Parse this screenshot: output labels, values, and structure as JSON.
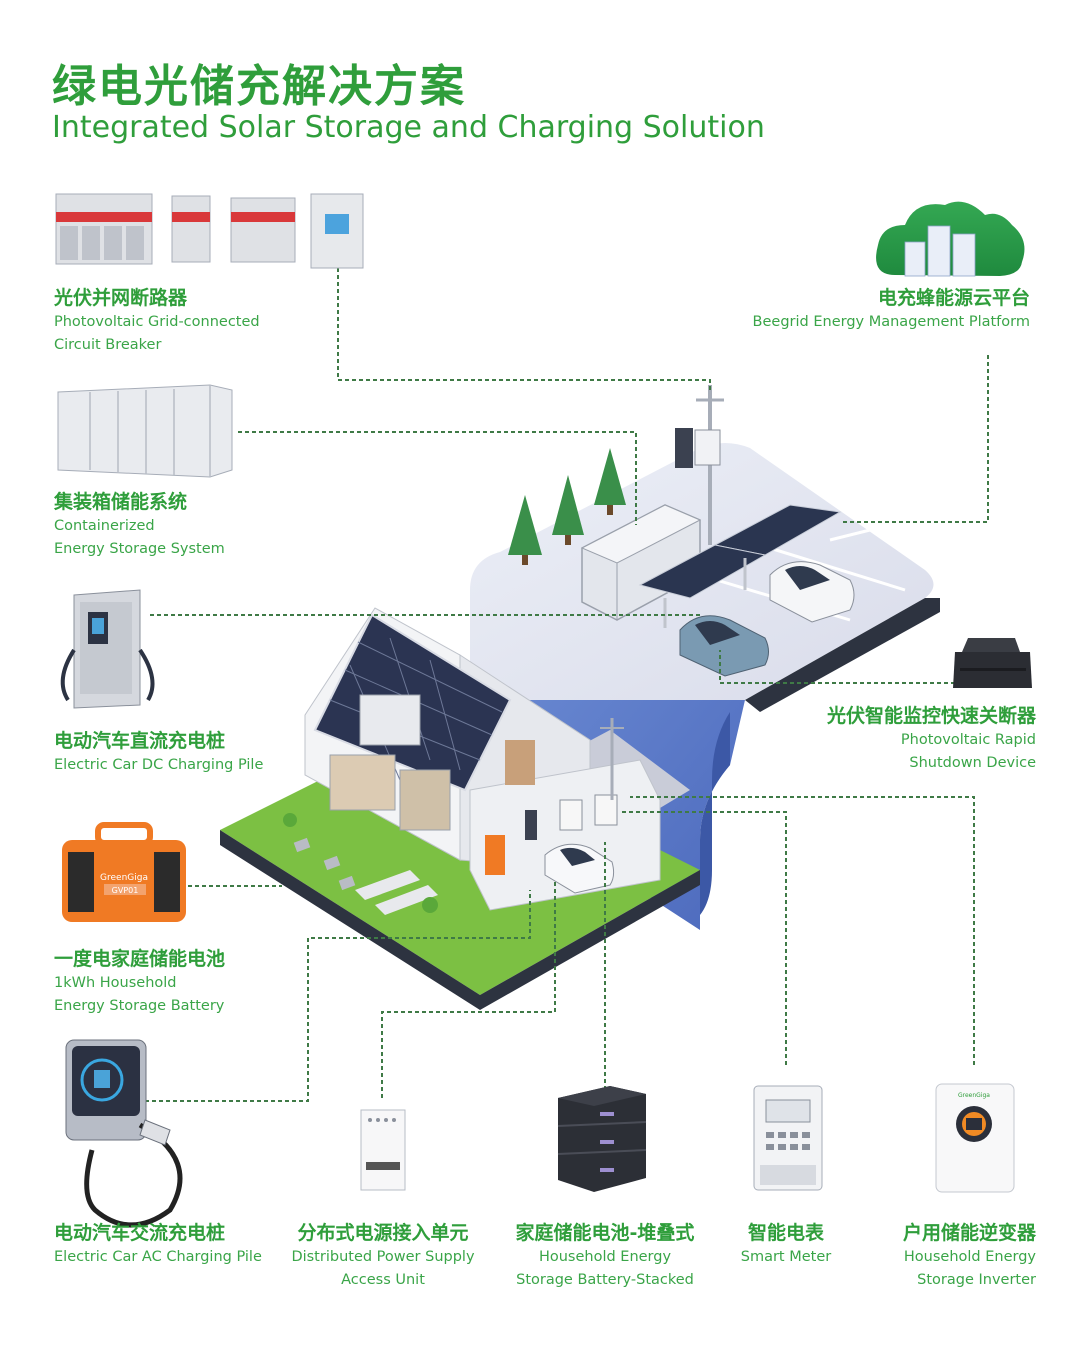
{
  "title": {
    "cn": "绿电光储充解决方案",
    "en": "Integrated Solar Storage and Charging Solution"
  },
  "components": {
    "breaker": {
      "cn": "光伏并网断路器",
      "en1": "Photovoltaic Grid-connected",
      "en2": "Circuit Breaker"
    },
    "container": {
      "cn": "集装箱储能系统",
      "en1": "Containerized",
      "en2": "Energy Storage System"
    },
    "dc_pile": {
      "cn": "电动汽车直流充电桩",
      "en1": "Electric Car DC Charging Pile"
    },
    "household_battery": {
      "cn": "一度电家庭储能电池",
      "en1": "1kWh Household",
      "en2": "Energy Storage Battery",
      "brand": "GreenGiga",
      "model": "GVP01"
    },
    "ac_pile": {
      "cn": "电动汽车交流充电桩",
      "en1": "Electric Car AC Charging Pile"
    },
    "platform": {
      "cn": "电充蜂能源云平台",
      "en1": "Beegrid Energy Management Platform"
    },
    "rapid_shutdown": {
      "cn": "光伏智能监控快速关断器",
      "en1": "Photovoltaic Rapid",
      "en2": "Shutdown Device"
    },
    "access_unit": {
      "cn": "分布式电源接入单元",
      "en1": "Distributed Power Supply",
      "en2": "Access Unit"
    },
    "stacked_battery": {
      "cn": "家庭储能电池-堆叠式",
      "en1": "Household Energy",
      "en2": "Storage Battery-Stacked"
    },
    "smart_meter": {
      "cn": "智能电表",
      "en1": "Smart Meter"
    },
    "inverter": {
      "cn": "户用储能逆变器",
      "en1": "Household Energy",
      "en2": "Storage Inverter",
      "brand": "GreenGiga"
    }
  },
  "colors": {
    "brand_green": "#2f9e3b",
    "connector_green": "#3f7a46",
    "platform_blue": "#5a78c4",
    "ground_green": "#7cc043",
    "orange": "#f07a24"
  }
}
